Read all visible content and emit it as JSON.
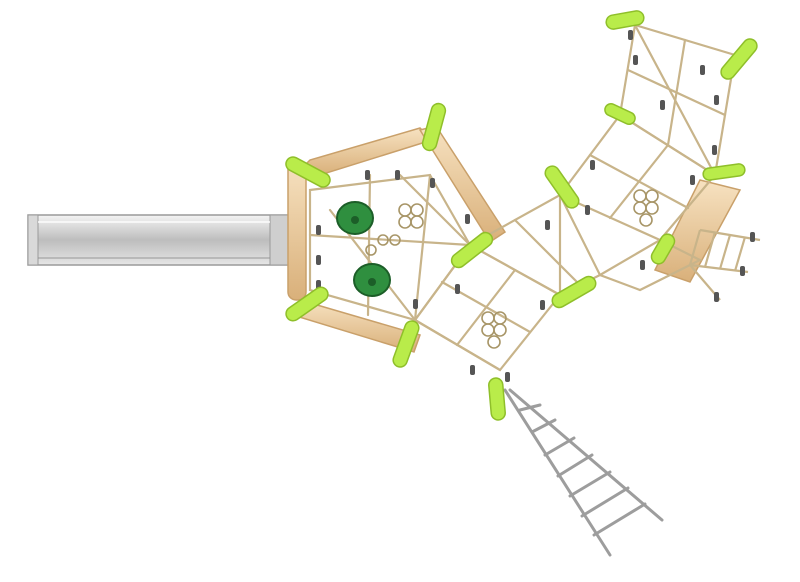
{
  "colors": {
    "background": "#ffffff",
    "post_fill": "#b9ec4a",
    "post_top": "#d8f78e",
    "post_stroke": "#8fbf2a",
    "log_fill": "#f0d2a6",
    "log_shade": "#d8b27c",
    "rope": "#c8b48a",
    "rope_dark": "#a89668",
    "clamp": "#555555",
    "steel": "#c8c8c8",
    "steel_dark": "#8a8a8a",
    "hold_green": "#2f8f3f",
    "hold_dark": "#1c5e28"
  },
  "objects": {
    "slide": "slide",
    "logs": "wooden-logs",
    "posts": "green-posts",
    "nets": "rope-nets",
    "climbing_holds": "climbing-holds",
    "steel_ladder": "steel-ladder",
    "rope_ladder": "rope-ladder"
  }
}
